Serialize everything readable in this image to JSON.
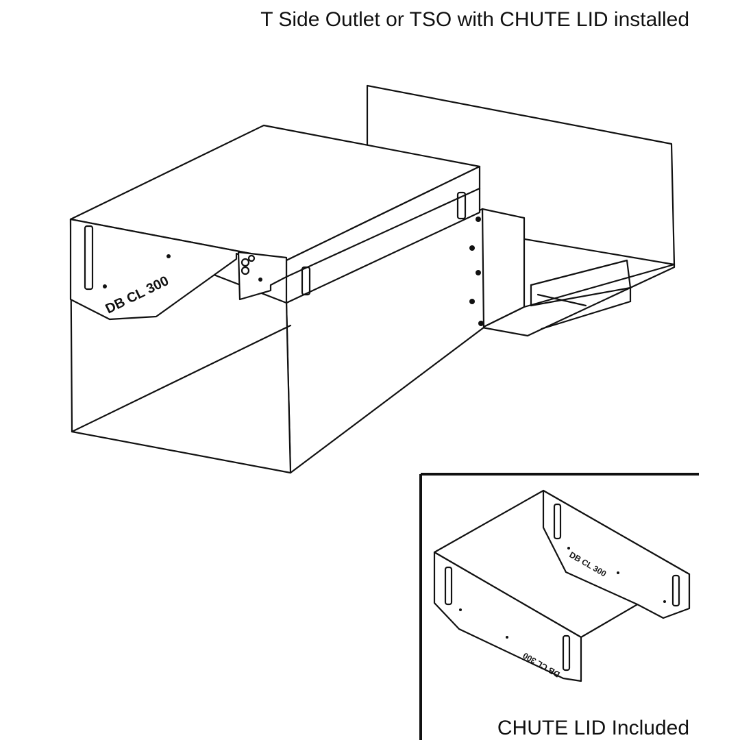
{
  "diagram": {
    "title": "T Side Outlet or TSO with CHUTE LID installed",
    "inset_caption": "CHUTE LID Included",
    "stamp_text": "DB CL 300"
  }
}
